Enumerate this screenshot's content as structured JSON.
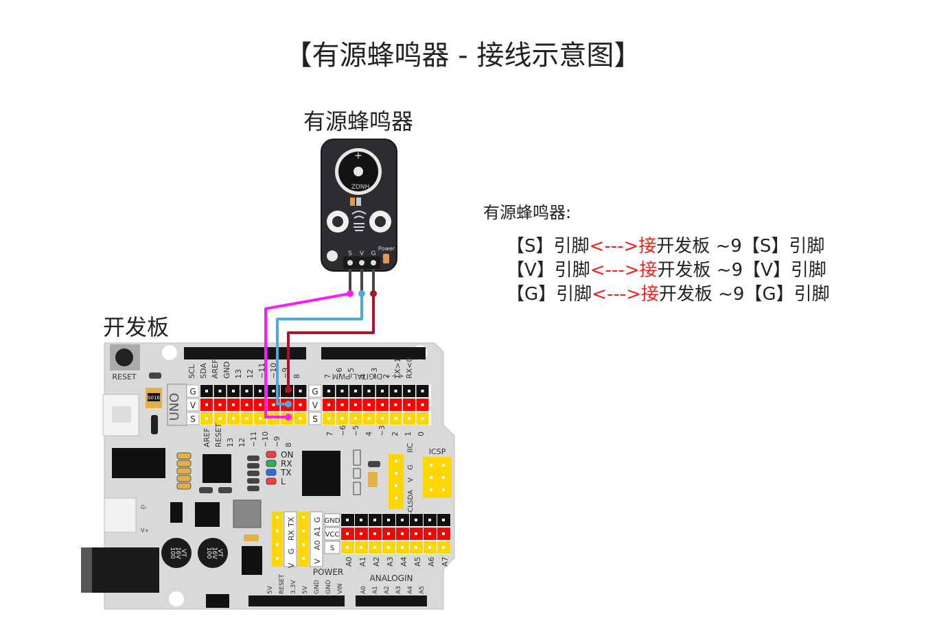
{
  "title": "【有源蜂鸣器 - 接线示意图】",
  "module_label": "有源蜂鸣器",
  "board_label": "开发板",
  "legend": {
    "heading": "有源蜂鸣器:",
    "rows": [
      {
        "pin_left": "【S】引脚",
        "arrow": "<--->接",
        "target": "开发板 ~9【S】引脚"
      },
      {
        "pin_left": "【V】引脚",
        "arrow": "<--->接",
        "target": "开发板 ~9【V】引脚"
      },
      {
        "pin_left": "【G】引脚",
        "arrow": "<--->接",
        "target": "开发板 ~9【G】引脚"
      }
    ]
  },
  "module": {
    "brand": "ZDNH",
    "plus_mark": "+",
    "pins": [
      "S",
      "V",
      "G"
    ],
    "power_label": "Power"
  },
  "board": {
    "reset_label": "RESET",
    "uno_label": "UNO",
    "chip_label": "S01E",
    "top_header_left": [
      "SCL",
      "SDA",
      "AREF",
      "GND",
      "13",
      "12",
      "~11",
      "~10",
      "~9",
      "8"
    ],
    "top_header_right": [
      "7",
      "~6",
      "~5",
      "4",
      "~3",
      "2",
      "TX>1",
      "RX<0"
    ],
    "digital_label": "<~~ DIGITAL PWM",
    "row_labels": [
      "G",
      "V",
      "S"
    ],
    "bottom_left": [
      "AREF",
      "RESET",
      "13",
      "12",
      "~11",
      "~10",
      "~9",
      "8"
    ],
    "bottom_right": [
      "7",
      "~6",
      "~5",
      "4",
      "~3",
      "2",
      "1",
      "0"
    ],
    "leds": [
      "ON",
      "RX",
      "TX",
      "L"
    ],
    "iic_label": "IIC",
    "iic_pins": [
      "G",
      "V",
      "SDA",
      "SCL"
    ],
    "icsp_label": "ICSP",
    "serial_pins": [
      "TX",
      "RX",
      "G",
      "V"
    ],
    "a1_pins": [
      "G",
      "A1",
      "A0",
      "V"
    ],
    "analog_rows": [
      "GND",
      "VCC",
      "S"
    ],
    "analog_pins": [
      "A0",
      "A1",
      "A2",
      "A3",
      "A4",
      "A5",
      "A6",
      "A7"
    ],
    "power_label": "POWER",
    "power_pins": [
      "5V",
      "RESET",
      "3.3V",
      "5V",
      "GND",
      "GND",
      "VIN"
    ],
    "analogin_label": "ANALOGIN",
    "analogin_pins": [
      "A0",
      "A1",
      "A2",
      "A3",
      "A4",
      "A5"
    ],
    "g_minus": "G-",
    "v_plus": "V+",
    "cap_text": [
      "100",
      "16V",
      "VT"
    ]
  },
  "colors": {
    "s_wire": "#ff1aff",
    "v_wire": "#4fa8d8",
    "g_wire": "#b0102a",
    "header_black": "#111111",
    "header_red": "#ff0000",
    "header_yellow": "#ffd700",
    "board": "#dadada"
  }
}
